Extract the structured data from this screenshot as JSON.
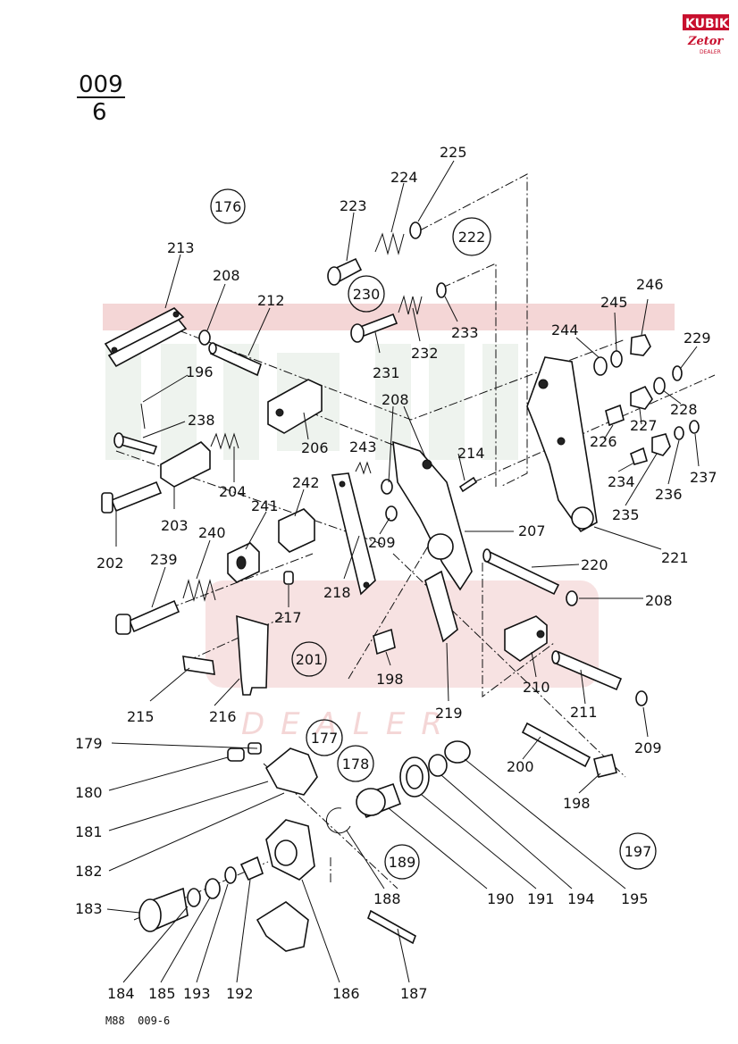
{
  "header": {
    "sheet_numerator": "009",
    "sheet_denominator": "6"
  },
  "logo": {
    "brand": "KUBIK",
    "sub": "Zetor",
    "tag": "DEALER",
    "color": "#c8102e"
  },
  "watermark": {
    "text": "KUBIK",
    "sub": "DEALER",
    "color": "#f4d6d6"
  },
  "footer": {
    "drawing_code": "M88  009-6"
  },
  "groups": [
    "176",
    "222",
    "230",
    "201",
    "177",
    "178",
    "189",
    "197"
  ],
  "labels": [
    "225",
    "224",
    "223",
    "213",
    "208",
    "212",
    "233",
    "232",
    "231",
    "196",
    "238",
    "204",
    "206",
    "243",
    "208",
    "214",
    "202",
    "203",
    "242",
    "241",
    "209",
    "240",
    "239",
    "218",
    "207",
    "217",
    "215",
    "216",
    "198",
    "219",
    "246",
    "245",
    "244",
    "229",
    "228",
    "227",
    "226",
    "234",
    "235",
    "236",
    "237",
    "221",
    "220",
    "208",
    "210",
    "211",
    "209",
    "179",
    "180",
    "181",
    "182",
    "183",
    "184",
    "185",
    "193",
    "192",
    "186",
    "187",
    "188",
    "190",
    "191",
    "194",
    "195",
    "200",
    "198"
  ]
}
